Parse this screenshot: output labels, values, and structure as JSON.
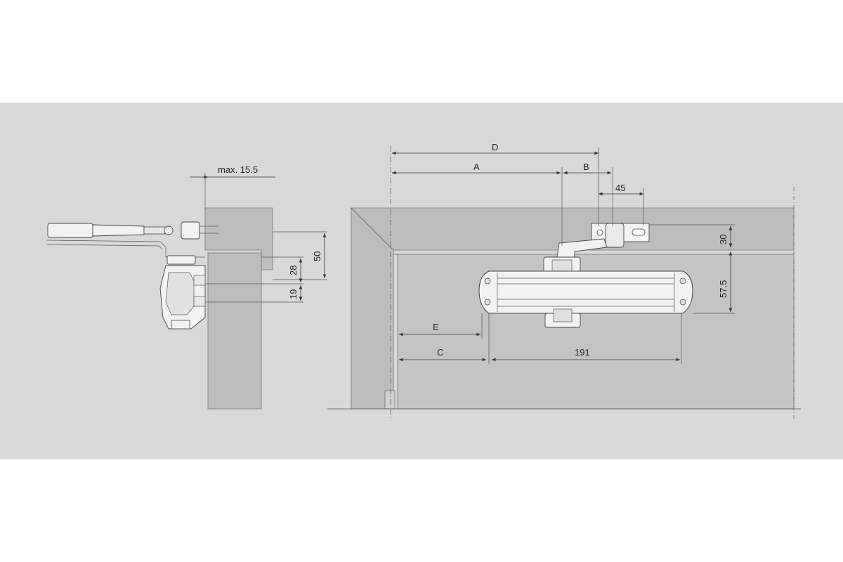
{
  "diagram": {
    "labels": {
      "max_offset": "max. 15.5",
      "height_50": "50",
      "height_28": "28",
      "height_19": "19",
      "dim_d": "D",
      "dim_a": "A",
      "dim_b": "B",
      "dim_45": "45",
      "dim_30": "30",
      "dim_57_5": "57.5",
      "dim_e": "E",
      "dim_c": "C",
      "dim_191": "191"
    },
    "colors": {
      "background": "#d8d8d8",
      "wall": "#bdbdbd",
      "device": "#f2f2f2",
      "line": "#333333"
    }
  }
}
